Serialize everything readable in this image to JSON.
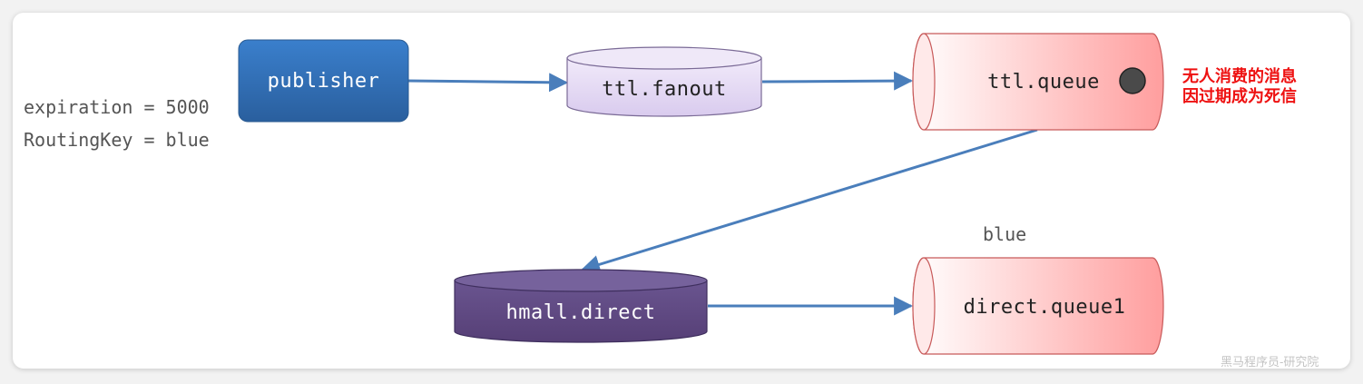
{
  "notes": {
    "expiration": "expiration = 5000",
    "routing_key": "RoutingKey = blue"
  },
  "nodes": {
    "publisher": "publisher",
    "ttl_fanout": "ttl.fanout",
    "ttl_queue": "ttl.queue",
    "hmall_direct": "hmall.direct",
    "direct_queue1": "direct.queue1"
  },
  "edge_labels": {
    "binding_key": "blue"
  },
  "annotation": {
    "line1": "无人消费的消息",
    "line2": "因过期成为死信"
  },
  "watermark": "黑马程序员-研究院",
  "colors": {
    "publisher": "#2e6db4",
    "fanout_fill": "#e6dcf3",
    "queue_fill": "#ffaaaa",
    "direct_fill": "#5e4a80",
    "arrow": "#4a7ebb",
    "annotation_text": "#ee1111"
  }
}
